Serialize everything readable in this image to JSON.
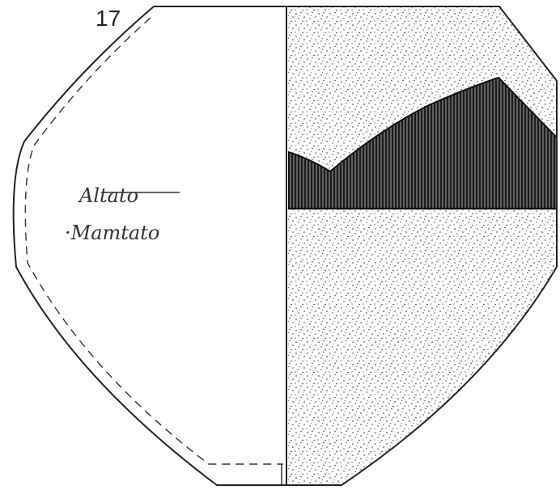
{
  "figure": {
    "number": "17",
    "handwritten_labels": [
      "Altato",
      "·Mamtato"
    ],
    "colors": {
      "ink": "#222222",
      "background": "#ffffff",
      "band_fill": "#1c1c1c"
    }
  }
}
